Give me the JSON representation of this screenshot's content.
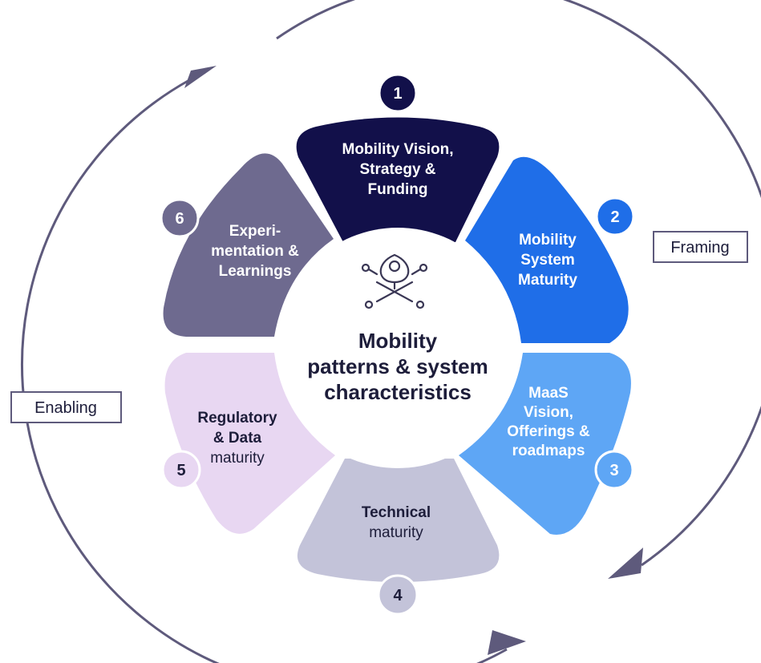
{
  "center": {
    "title_lines": [
      "Mobility",
      "patterns & system",
      "characteristics"
    ]
  },
  "segments": [
    {
      "number": "1",
      "bold_lines": [
        "Mobility Vision,",
        "Strategy &",
        "Funding"
      ],
      "light_lines": [],
      "fill": "#12104a",
      "badge_fill": "#12104a",
      "badge_text": "#ffffff",
      "text_color": "#ffffff"
    },
    {
      "number": "2",
      "bold_lines": [
        "Mobility",
        "System",
        "Maturity"
      ],
      "light_lines": [],
      "fill": "#1f6ee8",
      "badge_fill": "#1f6ee8",
      "badge_text": "#ffffff",
      "text_color": "#ffffff"
    },
    {
      "number": "3",
      "bold_lines": [
        "MaaS",
        "Vision,",
        "Offerings &",
        "roadmaps"
      ],
      "light_lines": [],
      "fill": "#5ea6f5",
      "badge_fill": "#5ea6f5",
      "badge_text": "#ffffff",
      "text_color": "#ffffff"
    },
    {
      "number": "4",
      "bold_lines": [
        "Technical"
      ],
      "light_lines": [
        "maturity"
      ],
      "fill": "#c3c3d9",
      "badge_fill": "#c3c3d9",
      "badge_text": "#1d1d3a",
      "text_color": "#1d1d3a"
    },
    {
      "number": "5",
      "bold_lines": [
        "Regulatory",
        "& Data"
      ],
      "light_lines": [
        "maturity"
      ],
      "fill": "#e8d7f2",
      "badge_fill": "#e8d7f2",
      "badge_text": "#1d1d3a",
      "text_color": "#1d1d3a"
    },
    {
      "number": "6",
      "bold_lines": [
        "Experi-",
        "mentation &",
        "Learnings"
      ],
      "light_lines": [],
      "fill": "#6e6a8f",
      "badge_fill": "#6e6a8f",
      "badge_text": "#ffffff",
      "text_color": "#ffffff"
    }
  ],
  "labels": {
    "framing": "Framing",
    "enabling": "Enabling"
  },
  "colors": {
    "arrow": "#5e5a7c",
    "center_text": "#1d1d3a",
    "icon": "#3a3755"
  },
  "icons": {
    "center": "location-pin-network-icon"
  }
}
